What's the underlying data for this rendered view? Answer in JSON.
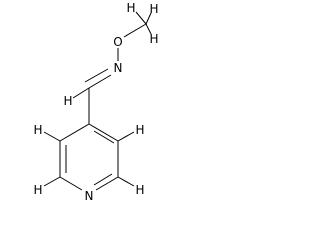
{
  "molecule": {
    "atoms": {
      "nitrogen_ring": "N",
      "nitrogen_oxime": "N",
      "oxygen": "O",
      "h_ring_left_upper": "H",
      "h_ring_right_upper": "H",
      "h_ring_left_lower": "H",
      "h_ring_right_lower": "H",
      "h_imine": "H",
      "h_methyl_top_left": "H",
      "h_methyl_top_right": "H",
      "h_methyl_right": "H"
    }
  }
}
